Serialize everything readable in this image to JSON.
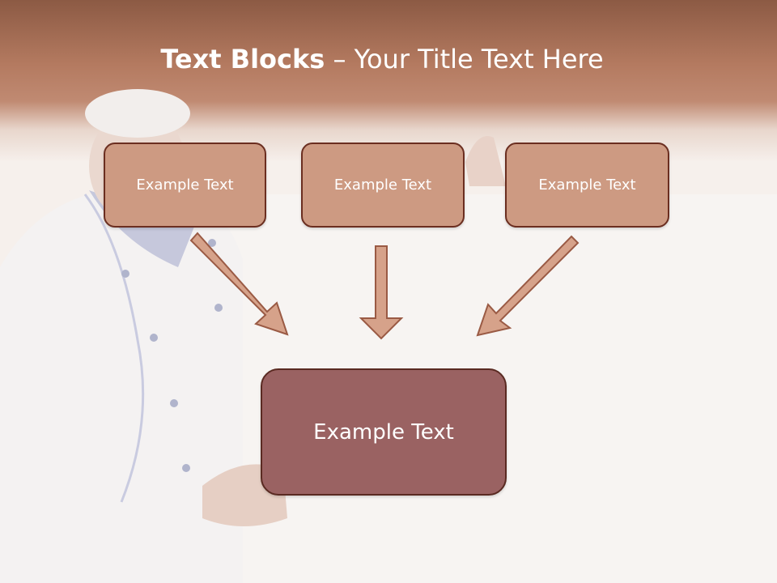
{
  "title": {
    "bold": "Text Blocks",
    "rest": " – Your Title Text Here"
  },
  "blocks": [
    {
      "label": "Example Text"
    },
    {
      "label": "Example Text"
    },
    {
      "label": "Example Text"
    }
  ],
  "target": {
    "label": "Example Text"
  },
  "colors": {
    "header": "#b47a60",
    "block_fill": "#cd9a82",
    "target_fill": "#9a6262",
    "border": "#6b2e20",
    "arrow_fill": "#d6a28a"
  }
}
